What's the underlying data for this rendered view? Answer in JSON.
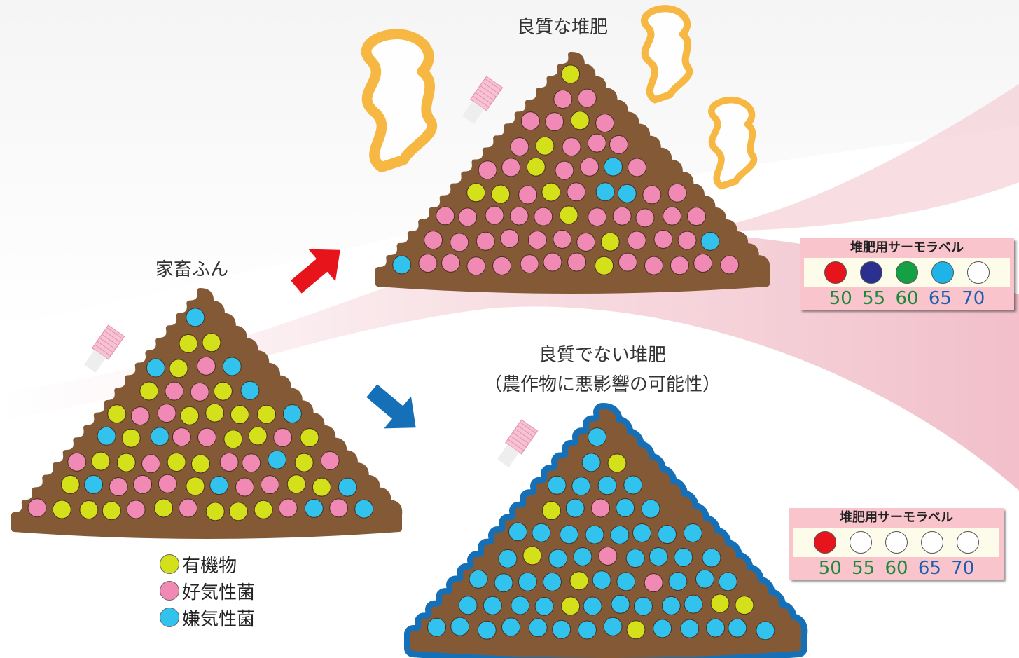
{
  "captions": {
    "raw": "家畜ふん",
    "good": "良質な堆肥",
    "bad_line1": "良質でない堆肥",
    "bad_line2": "（農作物に悪影響の可能性）"
  },
  "legend": [
    {
      "label": "有機物",
      "color": "#d4e019"
    },
    {
      "label": "好気性菌",
      "color": "#f089b3"
    },
    {
      "label": "嫌気性菌",
      "color": "#31c3ee"
    }
  ],
  "thermo_labels": [
    {
      "id": "good",
      "title": "堆肥用サーモラベル",
      "dots": [
        "#e8141c",
        "#2b2f8e",
        "#14a143",
        "#1eb4e8",
        "#ffffff"
      ],
      "temps": [
        {
          "value": "50",
          "color": "#1a8a3a"
        },
        {
          "value": "55",
          "color": "#1a8a3a"
        },
        {
          "value": "60",
          "color": "#1a8a3a"
        },
        {
          "value": "65",
          "color": "#1c5fb0"
        },
        {
          "value": "70",
          "color": "#1c5fb0"
        }
      ]
    },
    {
      "id": "bad",
      "title": "堆肥用サーモラベル",
      "dots": [
        "#e8141c",
        "#ffffff",
        "#ffffff",
        "#ffffff",
        "#ffffff"
      ],
      "temps": [
        {
          "value": "50",
          "color": "#1a8a3a"
        },
        {
          "value": "55",
          "color": "#1a8a3a"
        },
        {
          "value": "60",
          "color": "#1a8a3a"
        },
        {
          "value": "65",
          "color": "#1c5fb0"
        },
        {
          "value": "70",
          "color": "#1c5fb0"
        }
      ]
    }
  ],
  "colors": {
    "pile": "#845a36",
    "bad_outline": "#1670b8",
    "arrow_up": "#e8141c",
    "arrow_down": "#1670b8",
    "steam": "#f7b53a"
  }
}
